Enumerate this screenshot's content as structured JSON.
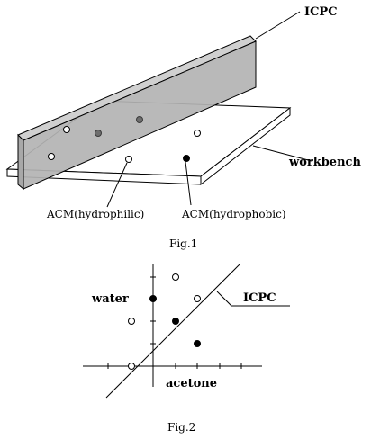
{
  "fig1": {
    "icpc_label": "ICPC",
    "workbench_label": "workbench",
    "acm_hydrophilic_label": "ACM(hydrophilic)",
    "acm_hydrophobic_label": "ACM(hydrophobic)",
    "caption": "Fig.1"
  },
  "fig2": {
    "water_label": "water",
    "acetone_label": "acetone",
    "icpc_label": "ICPC",
    "caption": "Fig.2"
  },
  "colors": {
    "ink": "#000000",
    "plate_fill": "#b3b3b3",
    "plate_fill_light": "#c8c8c8",
    "dot_gray": "#6e6e6e"
  }
}
